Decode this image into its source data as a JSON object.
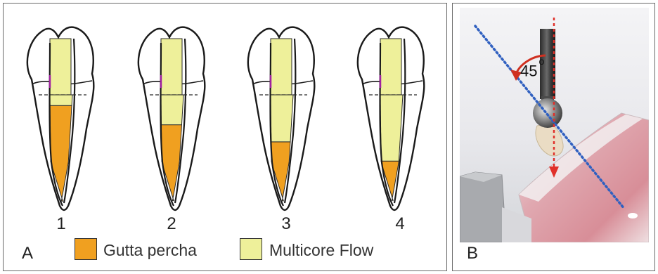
{
  "panel_a": {
    "letter": "A",
    "teeth": [
      {
        "label": "1",
        "gutta_fill": 0.9
      },
      {
        "label": "2",
        "gutta_fill": 0.72
      },
      {
        "label": "3",
        "gutta_fill": 0.56
      },
      {
        "label": "4",
        "gutta_fill": 0.38
      }
    ],
    "legend": [
      {
        "label": "Gutta percha",
        "color": "#f0a020"
      },
      {
        "label": "Multicore Flow",
        "color": "#eef09a"
      }
    ]
  },
  "panel_b": {
    "letter": "B",
    "angle_label": "45",
    "degree_symbol": "o",
    "colors": {
      "load_axis": "#e0302a",
      "tooth_axis": "#3060c0",
      "angle_arc": "#d03020"
    }
  }
}
